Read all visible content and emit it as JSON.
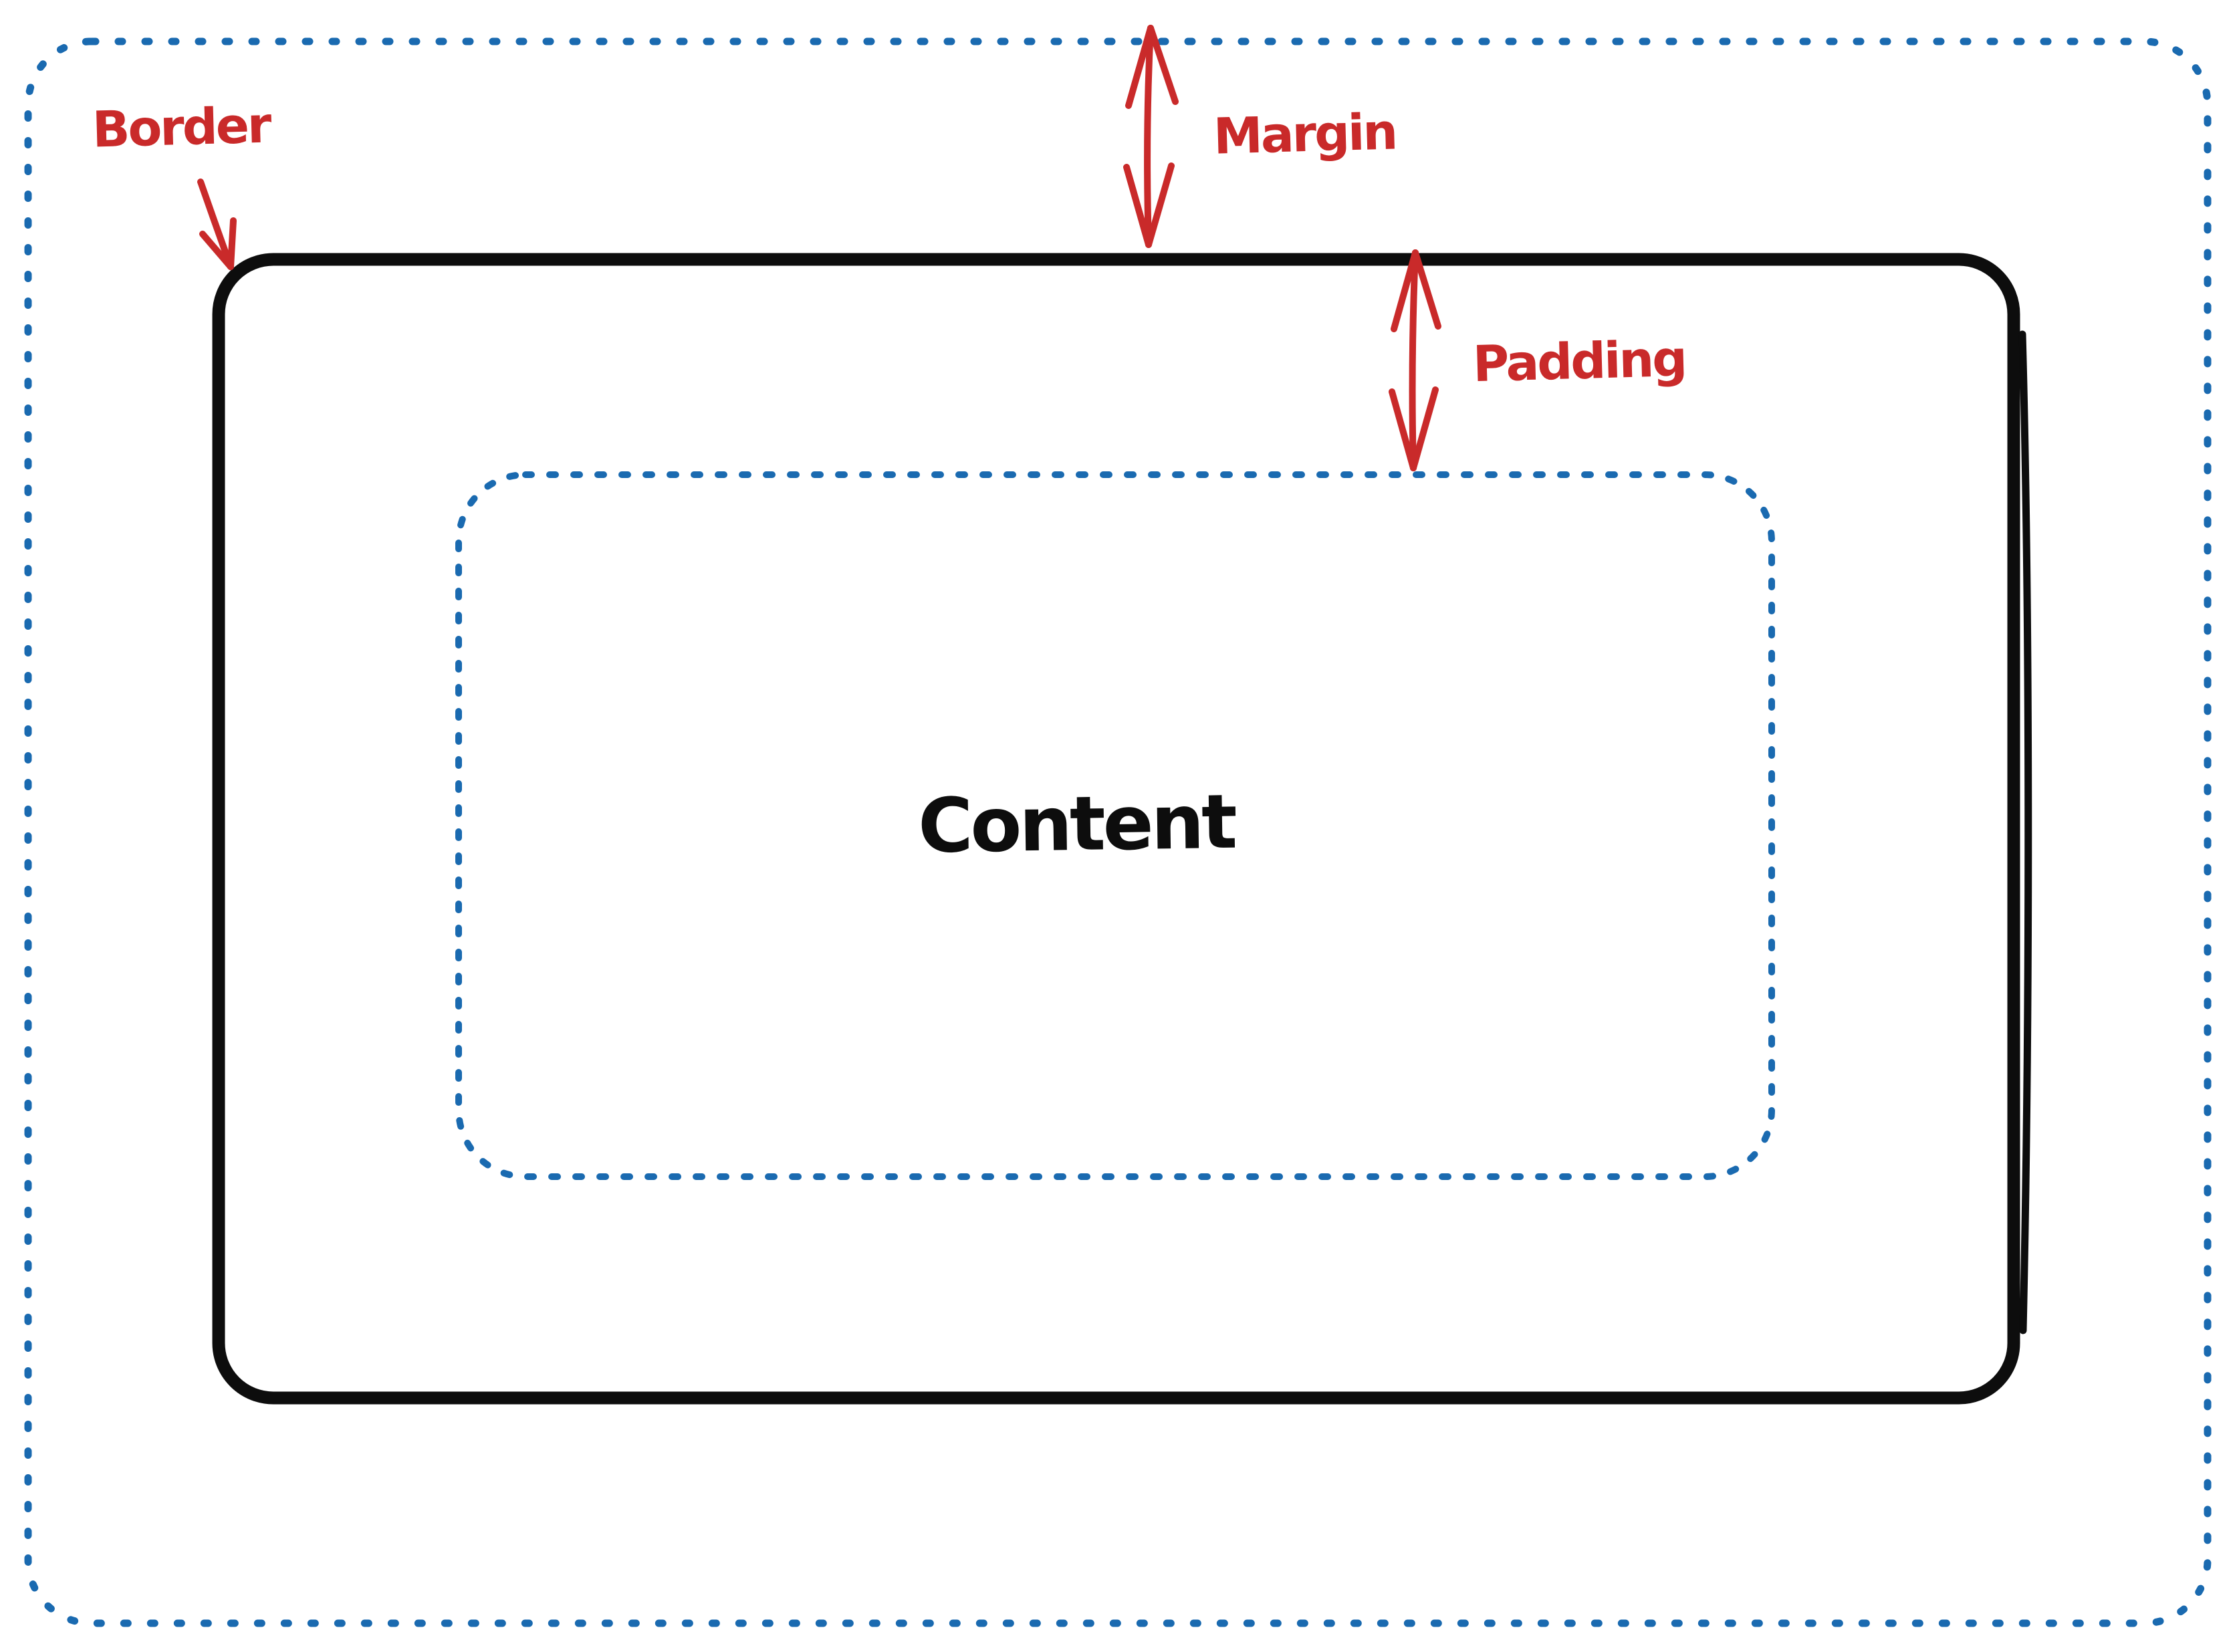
{
  "labels": {
    "border": "Border",
    "margin": "Margin",
    "padding": "Padding",
    "content": "Content"
  },
  "colors": {
    "annotation_red": "#c92a2a",
    "boundary_blue": "#1a6ab0",
    "border_black": "#0d0d0d",
    "background": "#ffffff"
  }
}
